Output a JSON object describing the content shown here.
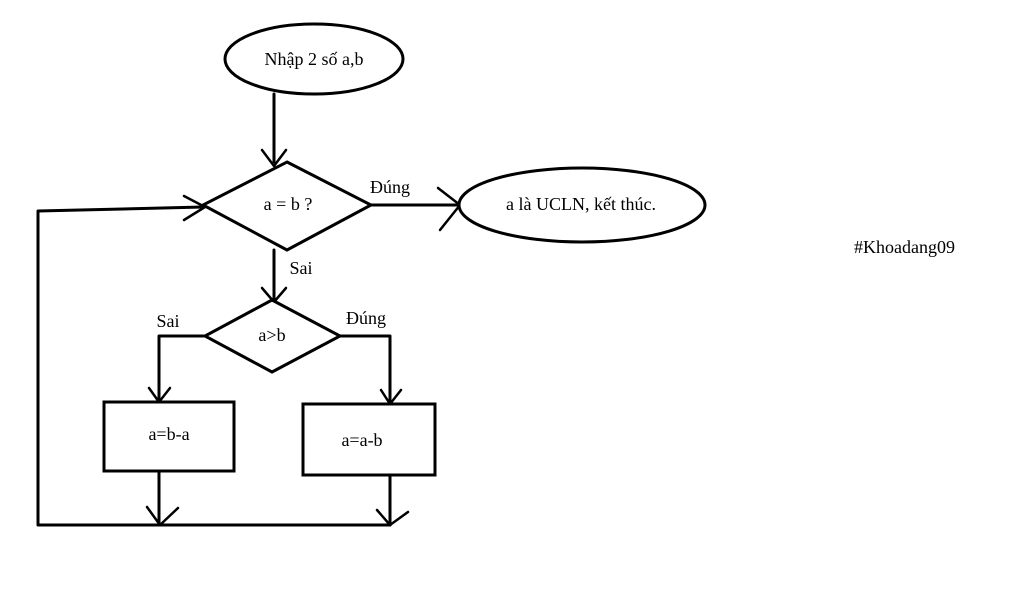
{
  "nodes": {
    "start": "Nhập 2 số a,b",
    "decision_equal": "a = b ?",
    "end": "a là UCLN, kết thúc.",
    "decision_greater": "a>b",
    "process_b_minus_a": "a=b-a",
    "process_a_minus_b": "a=a-b"
  },
  "edges": {
    "equal_true": "Đúng",
    "equal_false": "Sai",
    "greater_false": "Sai",
    "greater_true": "Đúng"
  },
  "watermark": "#Khoadang09"
}
